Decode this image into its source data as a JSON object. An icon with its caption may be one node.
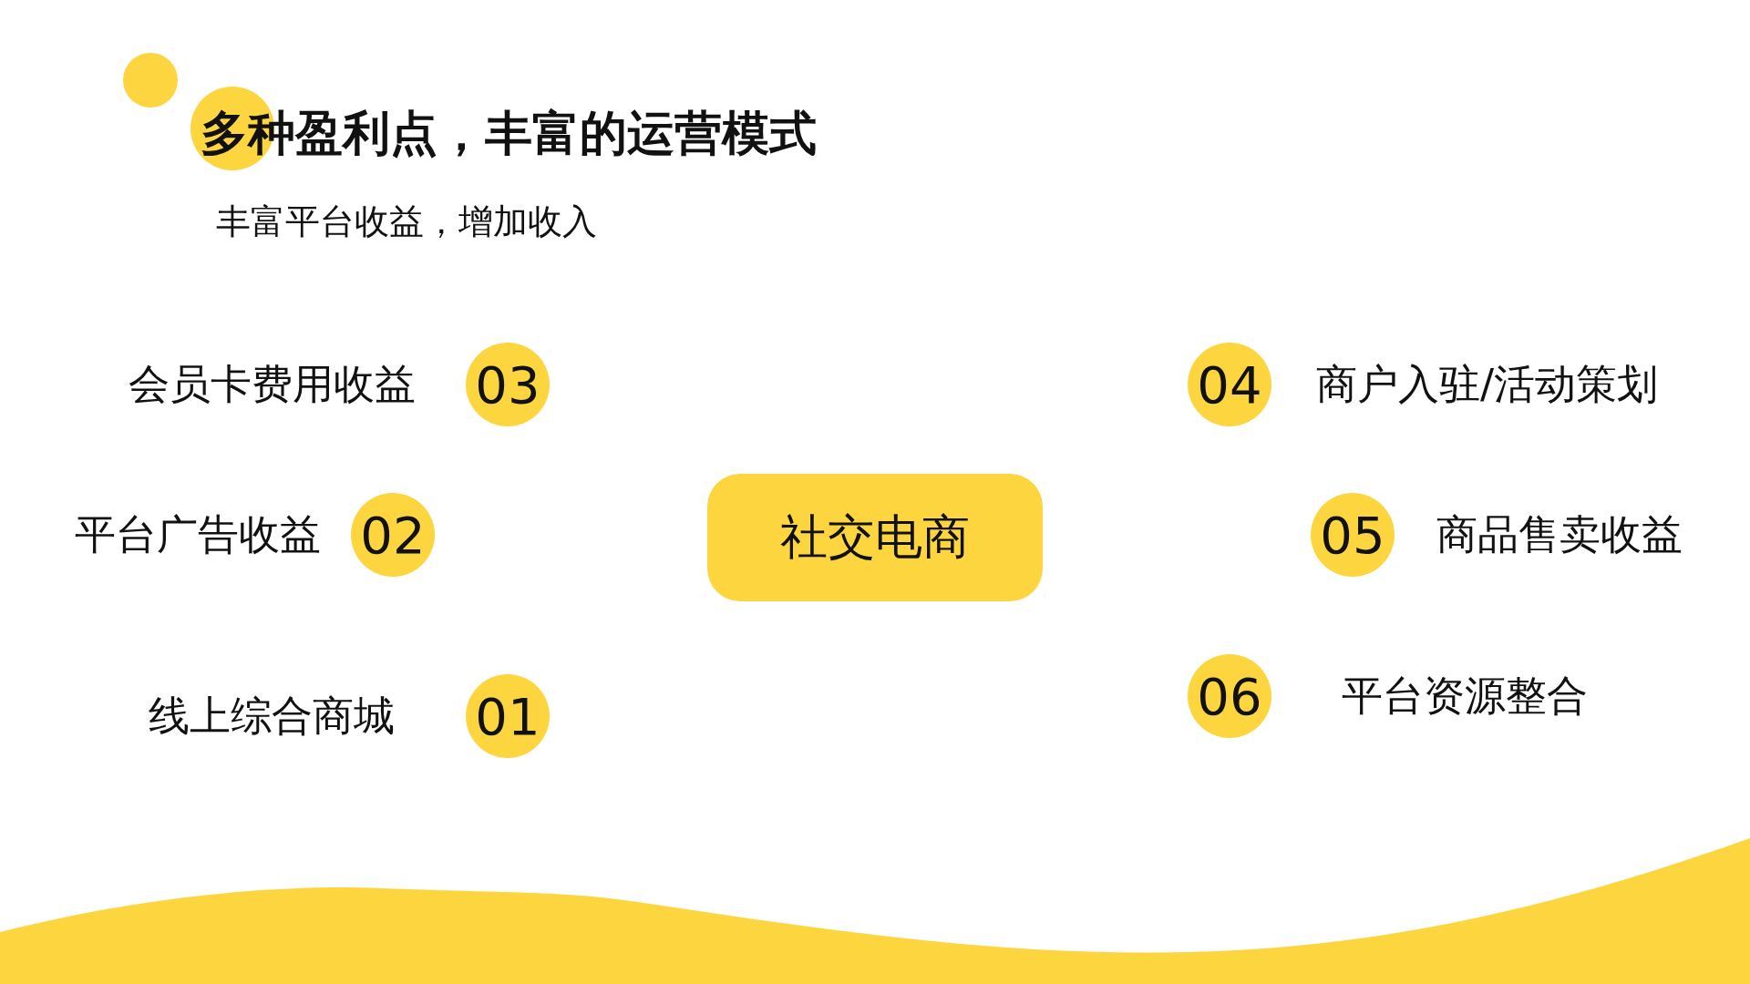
{
  "diagram": {
    "title": "多种盈利点，丰富的运营模式",
    "nodes": [
      {
        "text": [
          "03"
        ],
        "beside": [
          "会员卡费用收益"
        ]
      },
      {
        "text": [
          "04"
        ],
        "beside": [
          "商户入驻/活动策划"
        ]
      },
      {
        "text": [
          "02"
        ],
        "beside": [
          "平台广告收益"
        ]
      },
      {
        "text": [
          "社交电商"
        ]
      },
      {
        "text": [
          "05"
        ],
        "beside": [
          "商品售卖收益"
        ]
      },
      {
        "text": [
          "06"
        ],
        "beside": [
          "平台资源整合"
        ]
      },
      {
        "text": [
          "01"
        ],
        "beside": [
          "线上综合商城"
        ]
      }
    ],
    "labels": [
      "丰富平台收益，增加收入"
    ]
  }
}
